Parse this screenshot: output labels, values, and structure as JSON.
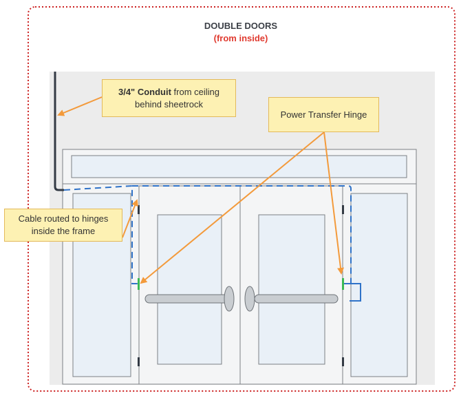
{
  "diagram": {
    "title": "DOUBLE DOORS",
    "subtitle": "(from inside)",
    "callouts": {
      "conduit": {
        "bold": "3/4\" Conduit",
        "text_rest": " from ceiling",
        "line2": "behind sheetrock"
      },
      "hinge": {
        "text": "Power Transfer Hinge"
      },
      "cable": {
        "line1": "Cable routed to hinges",
        "line2": "inside the frame"
      }
    },
    "colors": {
      "border_dotted": "#cc1f1f",
      "subtitle": "#e03a2f",
      "callout_fill": "#fdf1b3",
      "callout_border": "#e3b95a",
      "arrow": "#f39a3b",
      "cable": "#2f72c8",
      "hinge": "#3cba54",
      "wall": "#ececec",
      "frame_stroke": "#7b7f84",
      "conduit": "#333a44"
    }
  }
}
